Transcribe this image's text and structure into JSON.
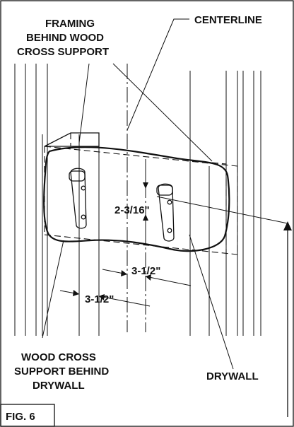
{
  "labels": {
    "framing_line1": "FRAMING",
    "framing_line2": "BEHIND WOOD",
    "framing_line3": "CROSS SUPPORT",
    "centerline": "CENTERLINE",
    "dim_vertical": "2-3/16\"",
    "dim_right": "3-1/2\"",
    "dim_left": "3-1/2\"",
    "wood_line1": "WOOD CROSS",
    "wood_line2": "SUPPORT BEHIND",
    "wood_line3": "DRYWALL",
    "drywall": "DRYWALL",
    "figure": "FIG. 6"
  },
  "colors": {
    "ink": "#111111",
    "paper": "#ffffff"
  }
}
